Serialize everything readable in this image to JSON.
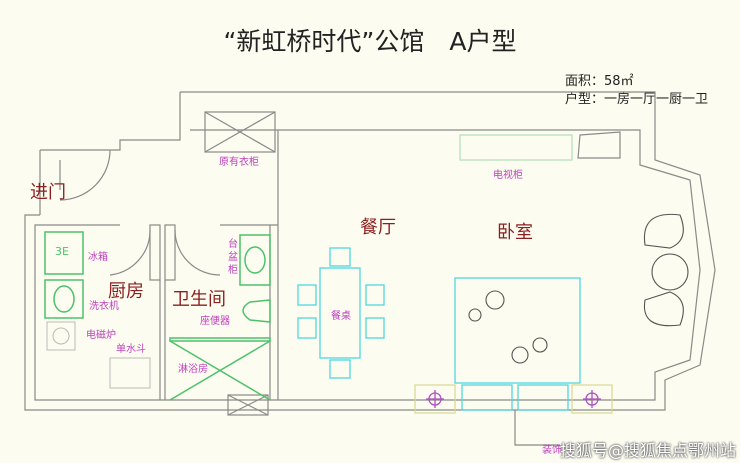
{
  "title": "“新虹桥时代”公馆　A户型",
  "info": {
    "area": "面积：58㎡",
    "layout": "户型：一房一厅一厨一卫"
  },
  "rooms": {
    "entrance": "进门",
    "kitchen": "厨房",
    "bathroom": "卫生间",
    "dining": "餐厅",
    "bedroom": "卧室"
  },
  "labels": {
    "wardrobe": "原有衣柜",
    "tv_cabinet": "电视柜",
    "fridge": "冰箱",
    "washer": "洗衣机",
    "induction": "电磁炉",
    "sink": "单水斗",
    "basin": "台盆柜",
    "toilet": "座便器",
    "shower": "淋浴房",
    "dining_table": "餐桌",
    "decor": "装饰",
    "fridge_mark": "3E"
  },
  "watermark": "搜狐号@搜狐焦点鄂州站"
}
